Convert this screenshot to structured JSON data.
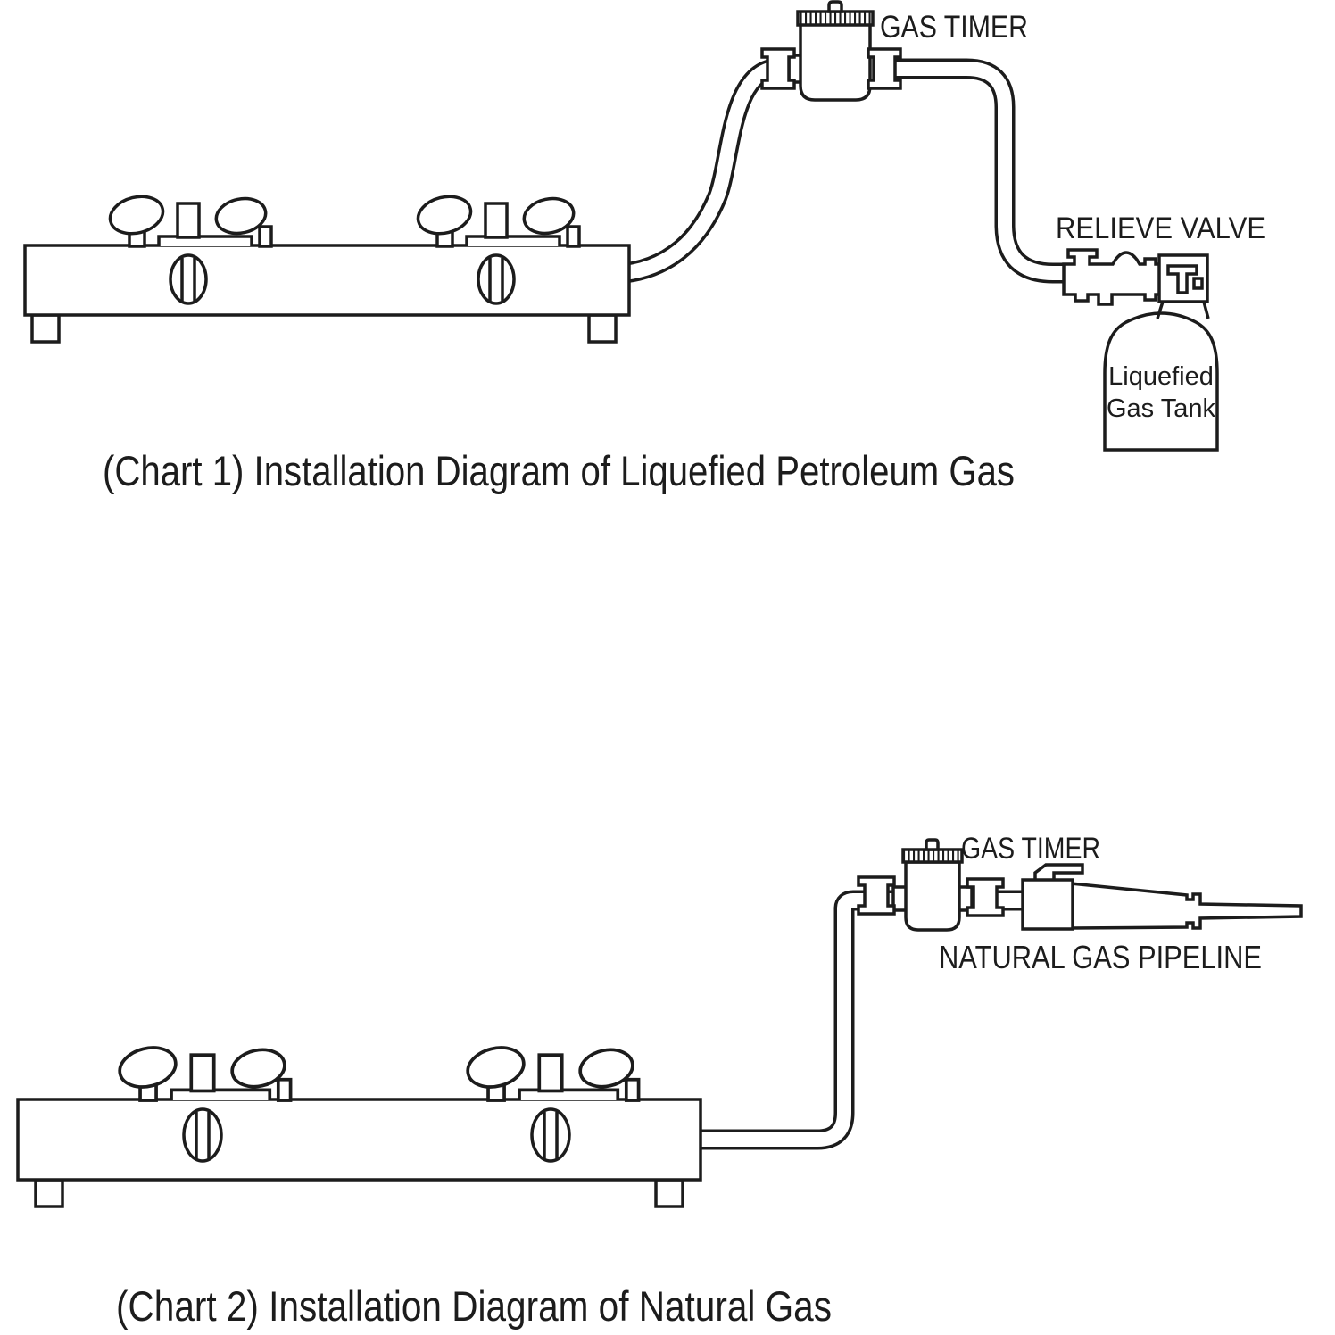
{
  "colors": {
    "ink": "#1c1c1c",
    "background": "#ffffff"
  },
  "chart1": {
    "gas_timer_label": "GAS TIMER",
    "relieve_valve_label": "RELIEVE VALVE",
    "tank_label_line1": "Liquefied",
    "tank_label_line2": "Gas Tank",
    "caption": "(Chart 1)  Installation Diagram of Liquefied Petroleum Gas"
  },
  "chart2": {
    "gas_timer_label": "GAS TIMER",
    "pipeline_label": "NATURAL GAS PIPELINE",
    "caption": "(Chart 2)  Installation Diagram of Natural Gas"
  }
}
